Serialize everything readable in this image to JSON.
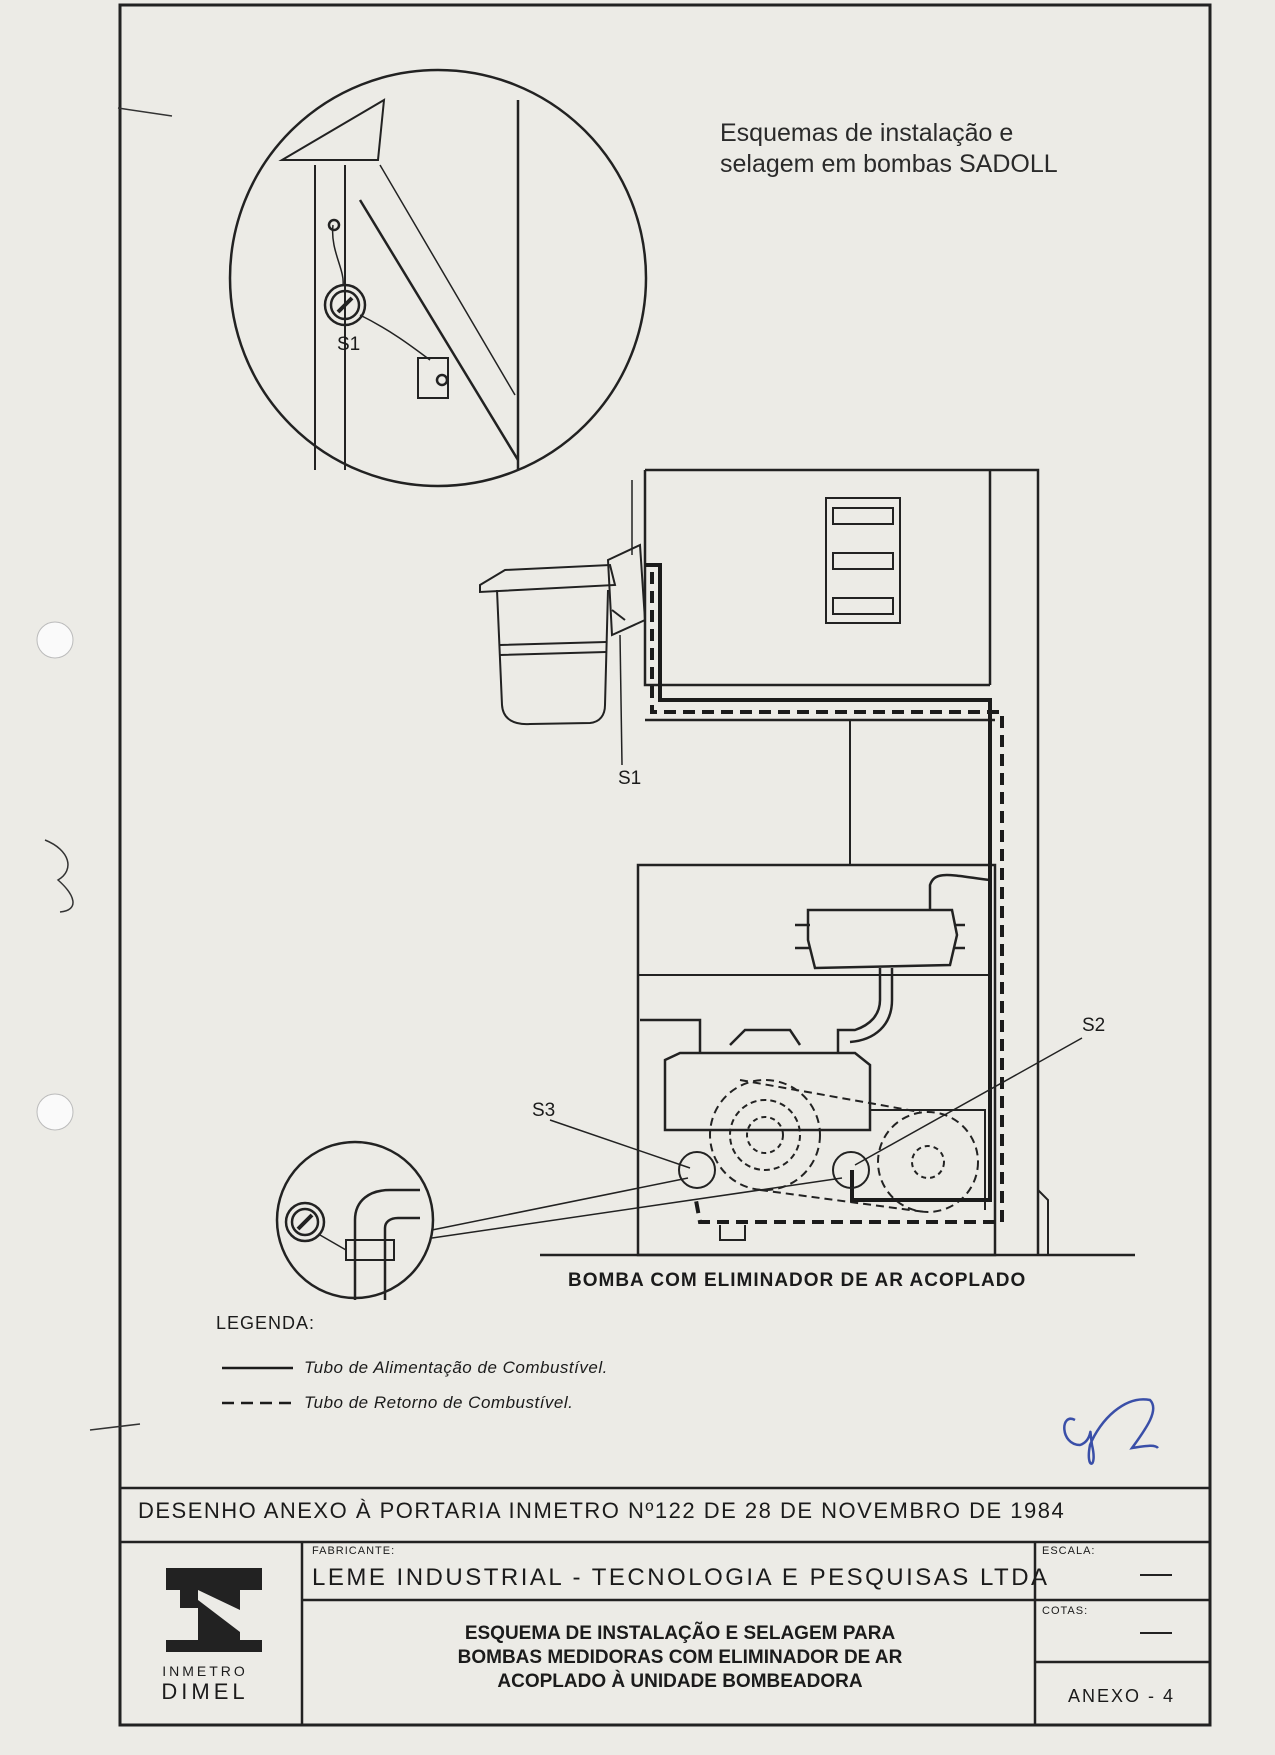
{
  "title": {
    "line1": "Esquemas de instalação e",
    "line2": "selagem em bombas SADOLL"
  },
  "seal_labels": {
    "s1_detail": "S1",
    "s1": "S1",
    "s2": "S2",
    "s3": "S3"
  },
  "caption": "BOMBA COM ELIMINADOR DE AR ACOPLADO",
  "legend": {
    "heading": "LEGENDA:",
    "items": [
      {
        "style": "solid",
        "label": "Tubo de Alimentação de Combustível."
      },
      {
        "style": "dashed",
        "label": "Tubo de Retorno de Combustível."
      }
    ]
  },
  "title_block": {
    "decree": "DESENHO ANEXO À PORTARIA INMETRO Nº122 DE 28 DE NOVEMBRO DE 1984",
    "fabricante_label": "FABRICANTE:",
    "fabricante": "LEME INDUSTRIAL - TECNOLOGIA E PESQUISAS LTDA",
    "escala_label": "ESCALA:",
    "escala_value": "—",
    "cotas_label": "COTAS:",
    "cotas_value": "—",
    "description": [
      "ESQUEMA DE INSTALAÇÃO E SELAGEM PARA",
      "BOMBAS MEDIDORAS COM ELIMINADOR DE AR",
      "ACOPLADO À UNIDADE BOMBEADORA"
    ],
    "annex": "ANEXO - 4",
    "logo": {
      "line1": "INMETRO",
      "line2": "DIMEL"
    }
  },
  "colors": {
    "paper": "#ecebe6",
    "ink": "#1b1b1b",
    "signature": "#3a4fa8"
  }
}
